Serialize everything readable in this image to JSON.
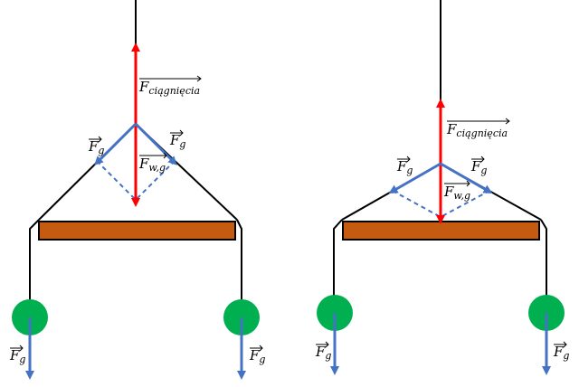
{
  "diagram": {
    "description_labels": {
      "pull": {
        "main": "F",
        "sub": "ciągnięcia"
      },
      "resultant": {
        "main": "F",
        "sub": "w,g"
      },
      "weight": {
        "main": "F",
        "sub": "g"
      }
    },
    "colors": {
      "rope": "#000000",
      "pull_arrow": "#ff0000",
      "component_arrow": "#4472c4",
      "beam_fill": "#c55a11",
      "beam_stroke": "#000000",
      "mass": "#00b050"
    }
  }
}
